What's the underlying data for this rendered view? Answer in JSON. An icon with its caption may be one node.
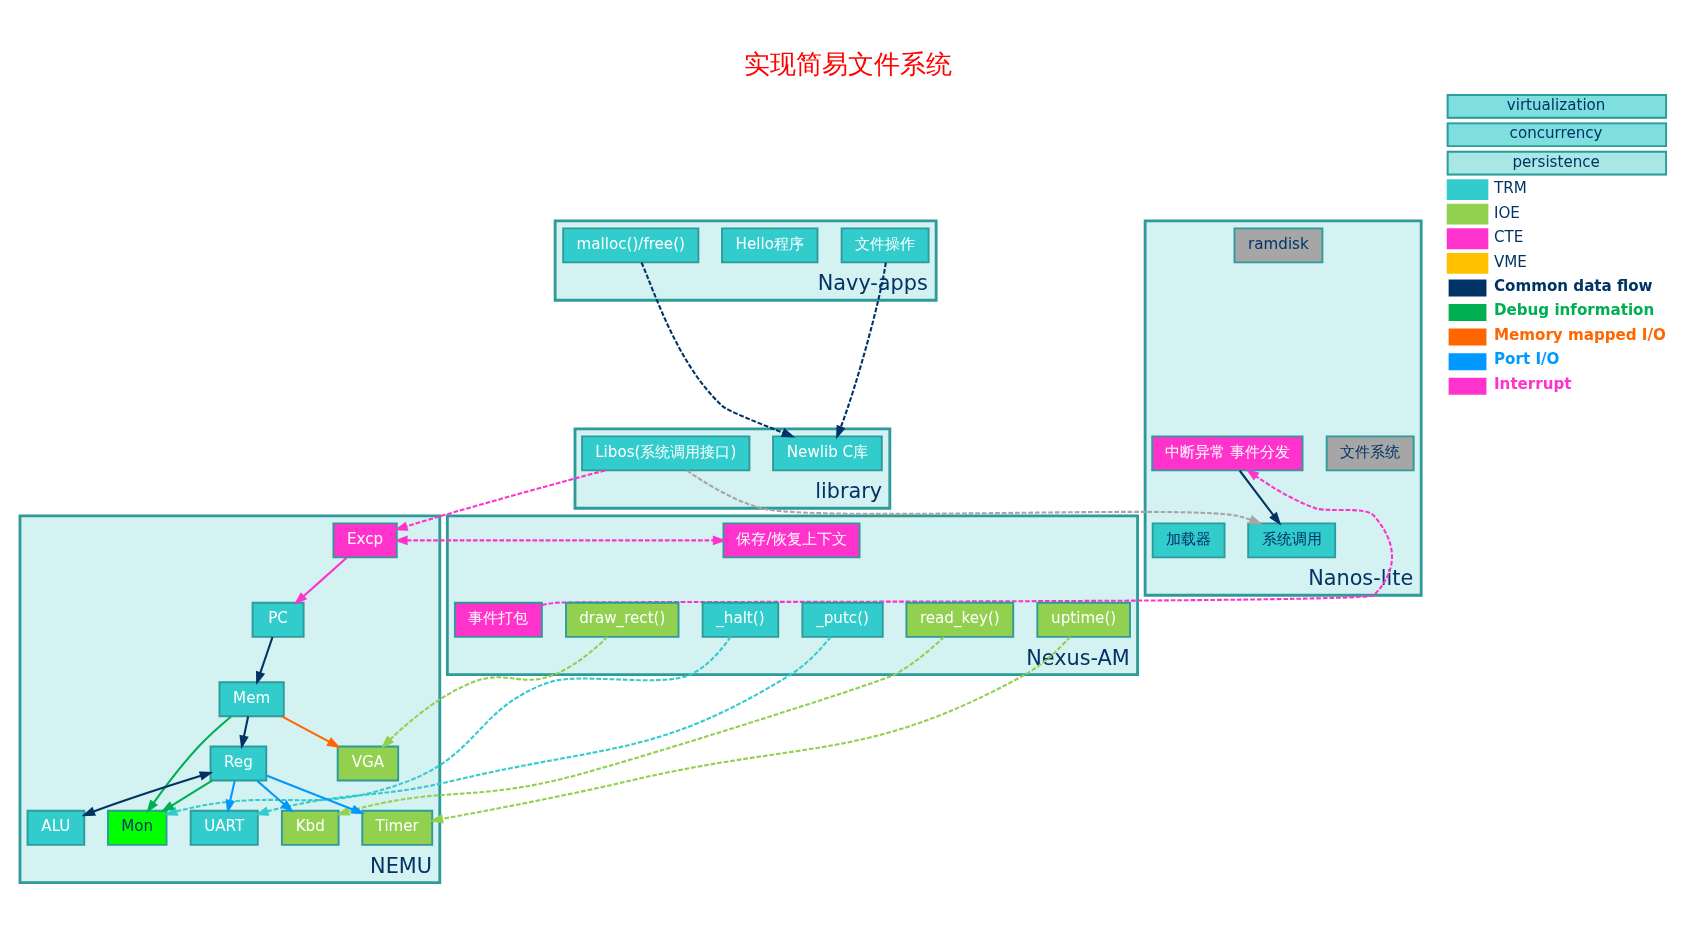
{
  "diagram": {
    "title": "实现简易文件系统",
    "nodes": [
      {
        "text": [
          "Navy-apps"
        ]
      },
      {
        "text": [
          "Hello程序"
        ],
        "in": 0
      },
      {
        "text": [
          "malloc()/free()"
        ],
        "in": 0
      },
      {
        "text": [
          "文件操作"
        ],
        "in": 0
      },
      {
        "text": [
          "library"
        ]
      },
      {
        "text": [
          "Newlib C库"
        ],
        "in": 4
      },
      {
        "text": [
          "Libos(系统调用接口)"
        ],
        "in": 4
      },
      {
        "text": [
          "Nanos-lite"
        ]
      },
      {
        "text": [
          "加载器"
        ],
        "in": 7
      },
      {
        "text": [
          "系统调用"
        ],
        "in": 7
      },
      {
        "text": [
          "文件系统"
        ],
        "in": 7
      },
      {
        "text": [
          "ramdisk"
        ],
        "in": 7
      },
      {
        "text": [
          "中断异常 事件分发"
        ],
        "in": 7
      },
      {
        "text": [
          "Nexus-AM"
        ]
      },
      {
        "text": [
          "事件打包"
        ],
        "in": 13
      },
      {
        "text": [
          "保存/恢复上下文"
        ],
        "in": 13
      },
      {
        "text": [
          "draw_rect()"
        ],
        "in": 13
      },
      {
        "text": [
          "_halt()"
        ],
        "in": 13
      },
      {
        "text": [
          "_putc()"
        ],
        "in": 13
      },
      {
        "text": [
          "read_key()"
        ],
        "in": 13
      },
      {
        "text": [
          "uptime()"
        ],
        "in": 13
      },
      {
        "text": [
          "NEMU"
        ]
      },
      {
        "text": [
          "Mem"
        ],
        "in": 21
      },
      {
        "text": [
          "PC"
        ],
        "in": 21
      },
      {
        "text": [
          "Excp"
        ],
        "in": 21
      },
      {
        "text": [
          "Mon"
        ],
        "in": 21
      },
      {
        "text": [
          "Reg"
        ],
        "in": 21
      },
      {
        "text": [
          "ALU"
        ],
        "in": 21
      },
      {
        "text": [
          "Timer"
        ],
        "in": 21
      },
      {
        "text": [
          "VGA"
        ],
        "in": 21
      },
      {
        "text": [
          "UART"
        ],
        "in": 21
      },
      {
        "text": [
          "Kbd"
        ],
        "in": 21
      }
    ],
    "edges": [
      {
        "from": 2,
        "to": 5,
        "arrow": "to",
        "style": "dashed"
      },
      {
        "from": 3,
        "to": 5,
        "arrow": "to",
        "style": "dashed"
      },
      {
        "from": 6,
        "to": 9,
        "arrow": "to",
        "style": "dashed",
        "color": "#a6a6a6"
      },
      {
        "from": 6,
        "to": 24,
        "arrow": "to",
        "style": "dashed",
        "color": "#ff33cc"
      },
      {
        "from": 12,
        "to": 9,
        "arrow": "to"
      },
      {
        "from": 14,
        "to": 12,
        "arrow": "to",
        "style": "dashed",
        "color": "#ff33cc"
      },
      {
        "from": 24,
        "to": 15,
        "arrow": "both",
        "style": "dashed",
        "color": "#ff33cc"
      },
      {
        "from": 16,
        "to": 29,
        "arrow": "to",
        "style": "dashed",
        "color": "#92d050"
      },
      {
        "from": 17,
        "to": 25,
        "arrow": "to",
        "style": "dashed",
        "color": "#33cccc"
      },
      {
        "from": 18,
        "to": 30,
        "arrow": "to",
        "style": "dashed",
        "color": "#33cccc"
      },
      {
        "from": 19,
        "to": 31,
        "arrow": "to",
        "style": "dashed",
        "color": "#92d050"
      },
      {
        "from": 20,
        "to": 28,
        "arrow": "to",
        "style": "dashed",
        "color": "#92d050"
      },
      {
        "from": 23,
        "to": 22,
        "arrow": "to"
      },
      {
        "from": 22,
        "to": 26,
        "arrow": "to"
      },
      {
        "from": 24,
        "to": 23,
        "arrow": "to",
        "color": "#ff33cc"
      },
      {
        "from": 22,
        "to": 25,
        "arrow": "to",
        "color": "#00b050"
      },
      {
        "from": 26,
        "to": 25,
        "arrow": "to",
        "color": "#00b050"
      },
      {
        "from": 26,
        "to": 27,
        "arrow": "both"
      },
      {
        "from": 22,
        "to": 29,
        "arrow": "to",
        "color": "#ff6600"
      },
      {
        "from": 26,
        "to": 30,
        "arrow": "to",
        "color": "#0099ff"
      },
      {
        "from": 26,
        "to": 28,
        "arrow": "to",
        "color": "#0099ff"
      },
      {
        "from": 26,
        "to": 31,
        "arrow": "to",
        "color": "#0099ff"
      }
    ],
    "legend": [
      {
        "text": "virtualization"
      },
      {
        "text": "concurrency"
      },
      {
        "text": "persistence"
      },
      {
        "text": "TRM",
        "color": "#33cccc"
      },
      {
        "text": "IOE",
        "color": "#92d050"
      },
      {
        "text": "CTE",
        "color": "#ff33cc"
      },
      {
        "text": "VME",
        "color": "#ffc000"
      },
      {
        "text": "Common data flow"
      },
      {
        "text": "Debug information"
      },
      {
        "text": "Memory mapped I/O"
      },
      {
        "text": "Port I/O"
      },
      {
        "text": "Interrupt"
      }
    ]
  }
}
